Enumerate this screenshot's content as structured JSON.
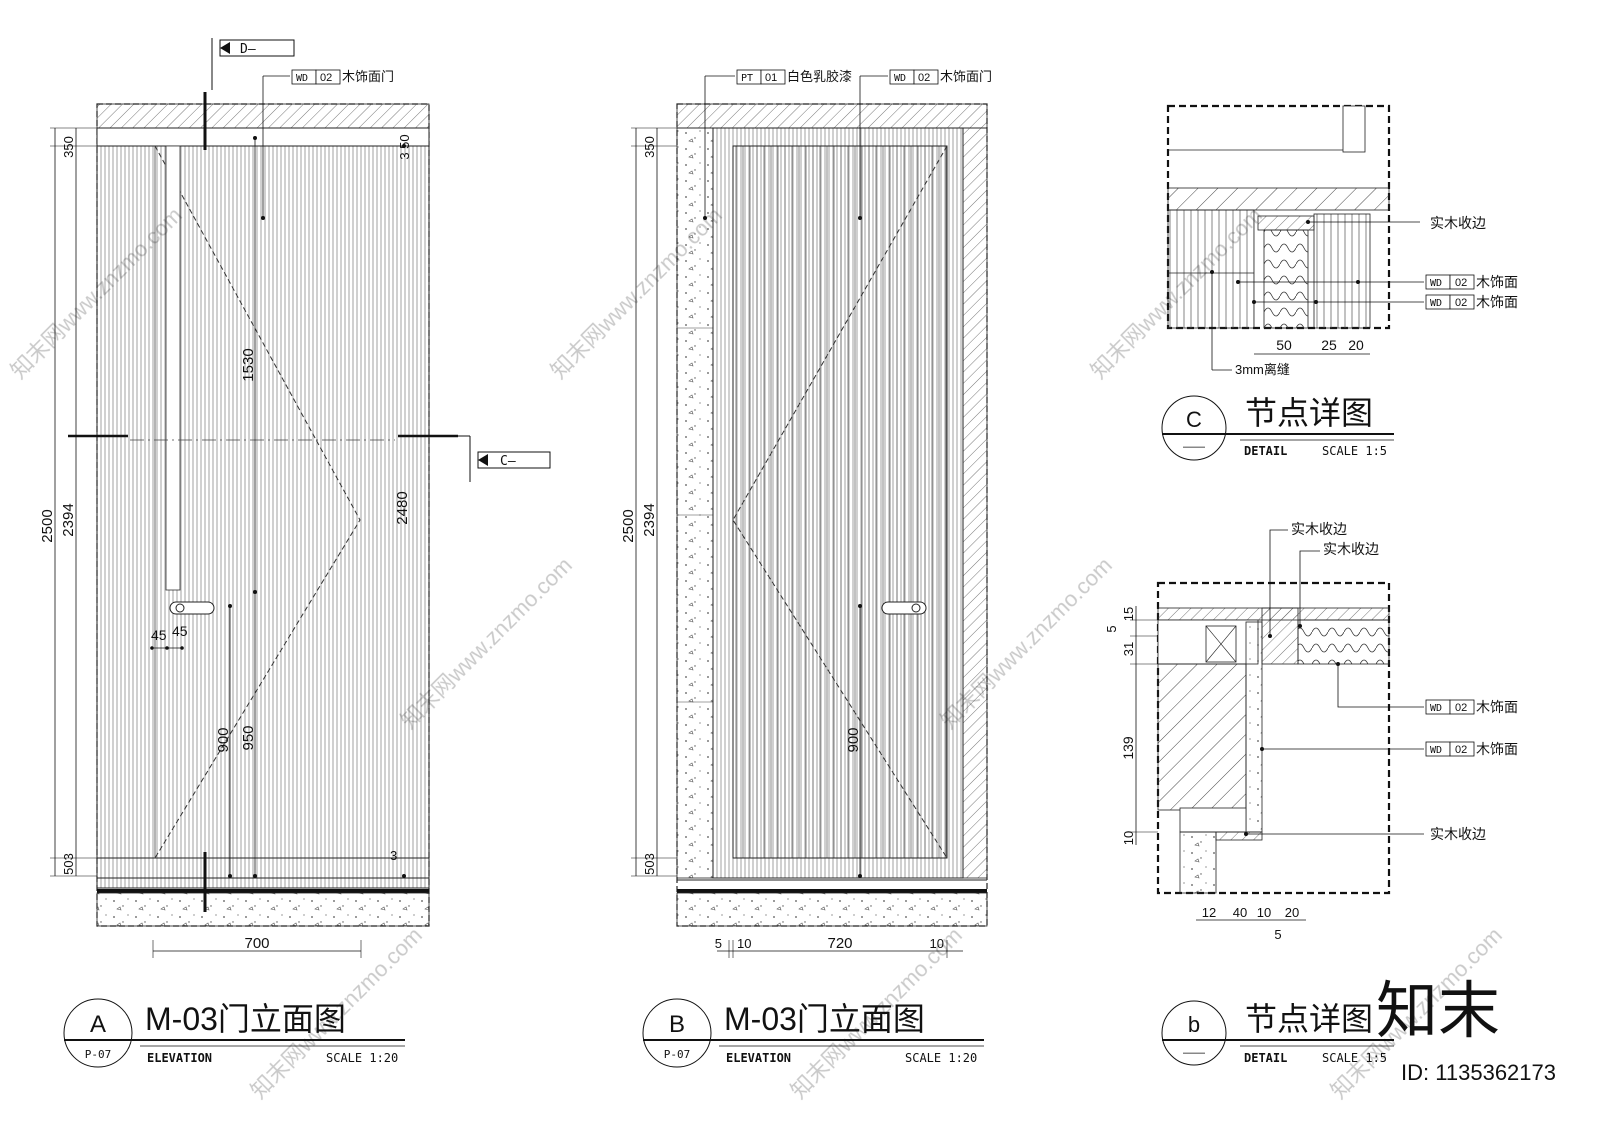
{
  "elevation_a": {
    "section_mark_d": "D—",
    "section_mark_c": "C—",
    "material_code": "WD",
    "material_no": "02",
    "material_text": "木饰面门",
    "dim_2500": "2500",
    "dim_2394": "2394",
    "dim_350": "350",
    "dim_503": "503",
    "dim_3_50": "3 50",
    "dim_1530": "1530",
    "dim_2480": "2480",
    "dim_900": "900",
    "dim_950": "950",
    "dim_3": "3",
    "dim_45a": "45",
    "dim_45b": "45",
    "dim_700": "700",
    "badge_letter": "A",
    "badge_sheet": "P-07",
    "title": "M-03门立面图",
    "subtitle": "ELEVATION",
    "scale": "SCALE 1:20"
  },
  "elevation_b": {
    "pt_code": "PT",
    "pt_no": "01",
    "pt_text": "白色乳胶漆",
    "material_code": "WD",
    "material_no": "02",
    "material_text": "木饰面门",
    "dim_2500": "2500",
    "dim_2394": "2394",
    "dim_350": "350",
    "dim_503": "503",
    "dim_900": "900",
    "dim_5": "5",
    "dim_10a": "10",
    "dim_720": "720",
    "dim_10b": "10",
    "badge_letter": "B",
    "badge_sheet": "P-07",
    "title": "M-03门立面图",
    "subtitle": "ELEVATION",
    "scale": "SCALE 1:20"
  },
  "detail_c": {
    "label_trim": "实木收边",
    "wd_code": "WD",
    "wd_no": "02",
    "wd_text": "木饰面",
    "gap_note": "3mm离缝",
    "dim_50": "50",
    "dim_25": "25",
    "dim_20": "20",
    "badge_letter": "C",
    "badge_sheet": "——",
    "title": "节点详图",
    "subtitle": "DETAIL",
    "scale": "SCALE 1:5"
  },
  "detail_b": {
    "label_trim": "实木收边",
    "wd_code": "WD",
    "wd_no": "02",
    "wd_text": "木饰面",
    "dim_5": "5",
    "dim_15": "15",
    "dim_31": "31",
    "dim_139": "139",
    "dim_10": "10",
    "dim_12": "12",
    "dim_40": "40",
    "dim_10b": "10",
    "dim_20": "20",
    "dim_5b": "5",
    "badge_letter": "b",
    "badge_sheet": "——",
    "title": "节点详图",
    "subtitle": "DETAIL",
    "scale": "SCALE 1:5"
  },
  "watermark": {
    "brand": "知末",
    "id_text": "ID: 1135362173",
    "site": "知末网www.znzmo.com"
  }
}
